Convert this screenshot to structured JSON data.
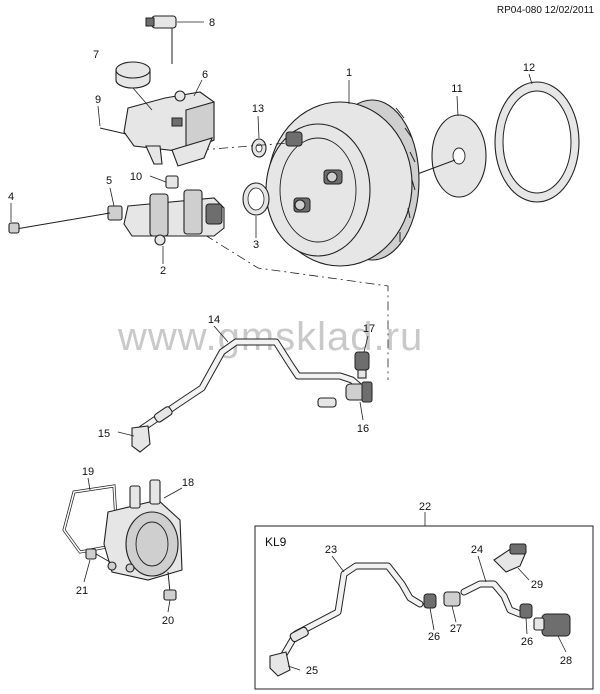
{
  "reference": "RP04-080 12/02/2011",
  "watermark": "www.gmsklad.ru",
  "inset_label": "KL9",
  "callouts": {
    "c1": "1",
    "c2": "2",
    "c3": "3",
    "c4": "4",
    "c5": "5",
    "c6": "6",
    "c7": "7",
    "c8": "8",
    "c9": "9",
    "c10": "10",
    "c11": "11",
    "c12": "12",
    "c13": "13",
    "c14": "14",
    "c15": "15",
    "c16": "16",
    "c17": "17",
    "c18": "18",
    "c19": "19",
    "c20": "20",
    "c21": "21",
    "c22": "22",
    "c23": "23",
    "c24": "24",
    "c25": "25",
    "c26a": "26",
    "c26b": "26",
    "c27": "27",
    "c28": "28",
    "c29": "29"
  }
}
